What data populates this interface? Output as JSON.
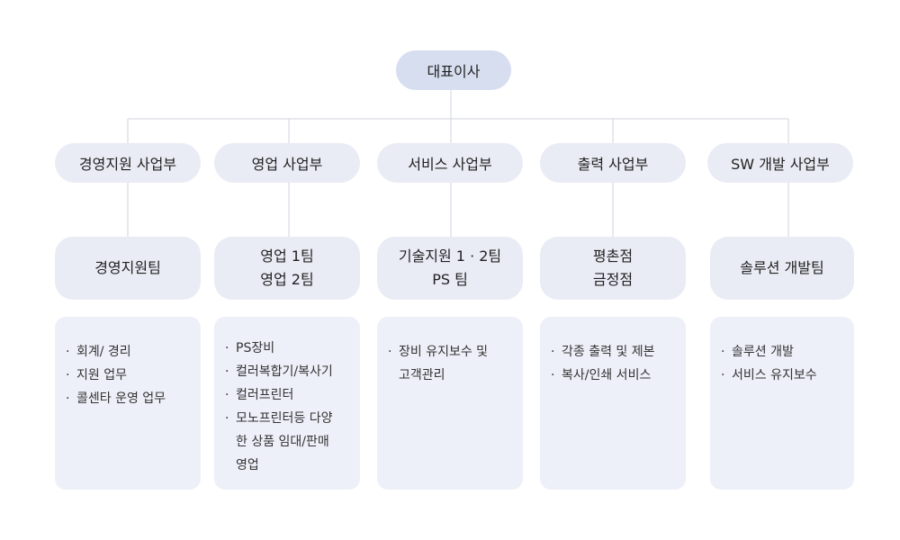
{
  "root": {
    "label": "대표이사"
  },
  "divisions": [
    {
      "label": "경영지원 사업부",
      "teams": [
        "경영지원팀"
      ],
      "duties": [
        "회계/ 경리",
        "지원 업무",
        "콜센타 운영 업무"
      ]
    },
    {
      "label": "영업 사업부",
      "teams": [
        "영업 1팀",
        "영업 2팀"
      ],
      "duties": [
        "PS장비",
        "컬러복합기/복사기",
        "컬러프린터",
        "모노프린터등 다양한 상품 임대/판매영업"
      ]
    },
    {
      "label": "서비스 사업부",
      "teams": [
        "기술지원 1 · 2팀",
        "PS 팀"
      ],
      "duties": [
        "장비 유지보수 및 고객관리"
      ]
    },
    {
      "label": "출력 사업부",
      "teams": [
        "평촌점",
        "금정점"
      ],
      "duties": [
        "각종 출력 및 제본",
        "복사/인쇄 서비스"
      ]
    },
    {
      "label": "SW 개발 사업부",
      "teams": [
        "솔루션 개발팀"
      ],
      "duties": [
        "솔루션 개발",
        "서비스 유지보수"
      ]
    }
  ],
  "colors": {
    "root_fill": "#d6deef",
    "node_fill": "#e9ecf5",
    "duty_fill": "#eef0f9",
    "line": "#cfd3dc"
  }
}
